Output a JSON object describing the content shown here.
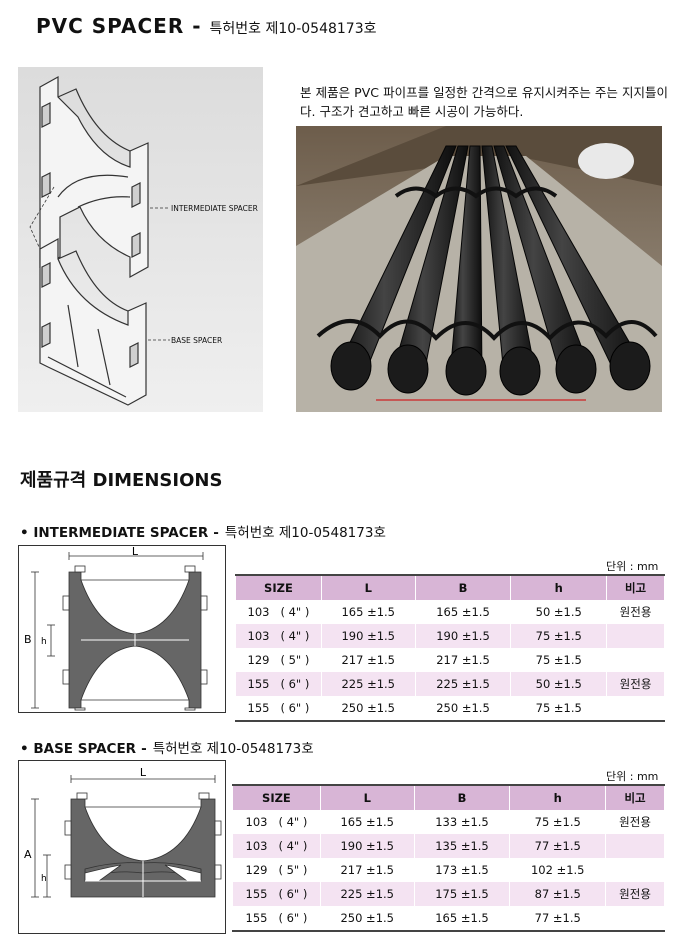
{
  "header": {
    "title": "PVC  SPACER",
    "dash": "-",
    "patent": "특허번호  제10-0548173호"
  },
  "isometric": {
    "intermediate_label": "INTERMEDIATE SPACER",
    "base_label": "BASE SPACER"
  },
  "description": "본 제품은 PVC 파이프를 일정한 간격으로 유지시켜주는 주는 지지틀이다. 구조가 견고하고 빠른 시공이 가능하다.",
  "dimensions_title": "제품규격  DIMENSIONS",
  "intermediate": {
    "bullet": "•",
    "title": "INTERMEDIATE SPACER",
    "dash": "-",
    "patent": "특허번호  제10-0548173호",
    "unit": "단위 : mm",
    "diagram": {
      "L": "L",
      "B": "B",
      "h": "h"
    },
    "columns": [
      "SIZE",
      "L",
      "B",
      "h",
      "비고"
    ],
    "rows": [
      {
        "size": "103",
        "inch": "( 4\" )",
        "l": "165  ±1.5",
        "b": "165  ±1.5",
        "h": "50  ±1.5",
        "note": "원전용"
      },
      {
        "size": "103",
        "inch": "( 4\" )",
        "l": "190  ±1.5",
        "b": "190  ±1.5",
        "h": "75  ±1.5",
        "note": ""
      },
      {
        "size": "129",
        "inch": "( 5\" )",
        "l": "217  ±1.5",
        "b": "217  ±1.5",
        "h": "75  ±1.5",
        "note": ""
      },
      {
        "size": "155",
        "inch": "( 6\" )",
        "l": "225  ±1.5",
        "b": "225  ±1.5",
        "h": "50  ±1.5",
        "note": "원전용"
      },
      {
        "size": "155",
        "inch": "( 6\" )",
        "l": "250  ±1.5",
        "b": "250  ±1.5",
        "h": "75  ±1.5",
        "note": ""
      }
    ]
  },
  "base": {
    "bullet": "•",
    "title": "BASE SPACER",
    "dash": "-",
    "patent": "특허번호  제10-0548173호",
    "unit": "단위 : mm",
    "diagram": {
      "L": "L",
      "A": "A",
      "h": "h"
    },
    "columns": [
      "SIZE",
      "L",
      "B",
      "h",
      "비고"
    ],
    "rows": [
      {
        "size": "103",
        "inch": "( 4\" )",
        "l": "165  ±1.5",
        "b": "133  ±1.5",
        "h": "75  ±1.5",
        "note": "원전용"
      },
      {
        "size": "103",
        "inch": "( 4\" )",
        "l": "190  ±1.5",
        "b": "135  ±1.5",
        "h": "77  ±1.5",
        "note": ""
      },
      {
        "size": "129",
        "inch": "( 5\" )",
        "l": "217  ±1.5",
        "b": "173  ±1.5",
        "h": "102  ±1.5",
        "note": ""
      },
      {
        "size": "155",
        "inch": "( 6\" )",
        "l": "225  ±1.5",
        "b": "175  ±1.5",
        "h": "87  ±1.5",
        "note": "원전용"
      },
      {
        "size": "155",
        "inch": "( 6\" )",
        "l": "250  ±1.5",
        "b": "165  ±1.5",
        "h": "77  ±1.5",
        "note": ""
      }
    ]
  }
}
